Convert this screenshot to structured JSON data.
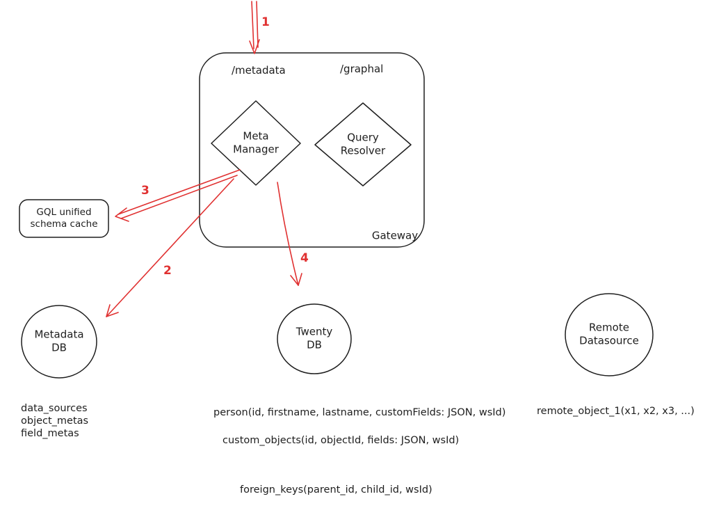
{
  "diagram": {
    "colors": {
      "stroke": "#1e1e1e",
      "arrow_red": "#e03131",
      "background": "#ffffff"
    },
    "gateway": {
      "label": "Gateway",
      "endpoint_metadata": "/metadata",
      "endpoint_graphql": "/graphal"
    },
    "nodes": {
      "meta_manager": {
        "line1": "Meta",
        "line2": "Manager"
      },
      "query_resolver": {
        "line1": "Query",
        "line2": "Resolver"
      },
      "schema_cache": {
        "line1": "GQL unified",
        "line2": "schema cache"
      },
      "metadata_db": {
        "line1": "Metadata",
        "line2": "DB"
      },
      "twenty_db": {
        "line1": "Twenty",
        "line2": "DB"
      },
      "remote_datasource": {
        "line1": "Remote",
        "line2": "Datasource"
      }
    },
    "arrow_labels": {
      "step1": "1",
      "step2": "2",
      "step3": "3",
      "step4": "4"
    },
    "annotations": {
      "metadata_tables": [
        "data_sources",
        "object_metas",
        "field_metas"
      ],
      "person": "person(id, firstname, lastname, customFields: JSON, wsId)",
      "custom_objects": "custom_objects(id, objectId, fields: JSON, wsId)",
      "foreign_keys": "foreign_keys(parent_id, child_id, wsId)",
      "remote_object": "remote_object_1(x1, x2, x3, ...)"
    }
  }
}
